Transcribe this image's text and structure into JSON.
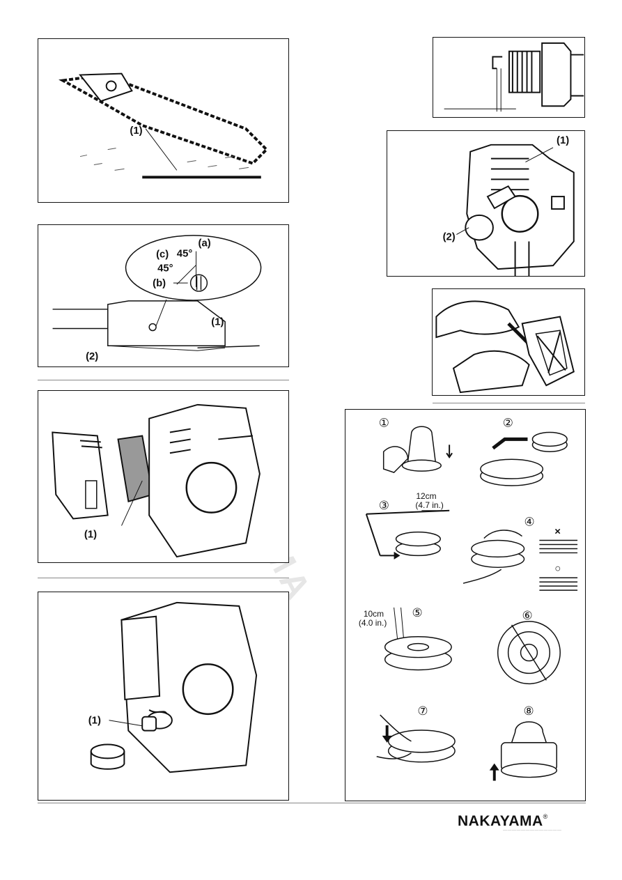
{
  "figures": {
    "chain": {
      "callout": "(1)"
    },
    "adjust": {
      "callout_a": "(a)",
      "callout_b": "(b)",
      "callout_c": "(c)",
      "angle_1": "45°",
      "angle_2": "45°",
      "callout_1": "(1)",
      "callout_2": "(2)"
    },
    "air_filter": {
      "callout": "(1)"
    },
    "fuel_filter": {
      "callout": "(1)"
    },
    "engine_top": {
      "callout_1": "(1)",
      "callout_2": "(2)"
    },
    "trimmer_head": {
      "steps": [
        "①",
        "②",
        "③",
        "④",
        "⑤",
        "⑥",
        "⑦",
        "⑧"
      ],
      "line_length_3": "12cm",
      "line_length_3_imperial": "(4.7 in.)",
      "line_length_5": "10cm",
      "line_length_5_imperial": "(4.0 in.)",
      "wrong_mark": "×",
      "right_mark": "○"
    }
  },
  "footer": {
    "brand": "NAKAYAMA",
    "registered": "®"
  }
}
